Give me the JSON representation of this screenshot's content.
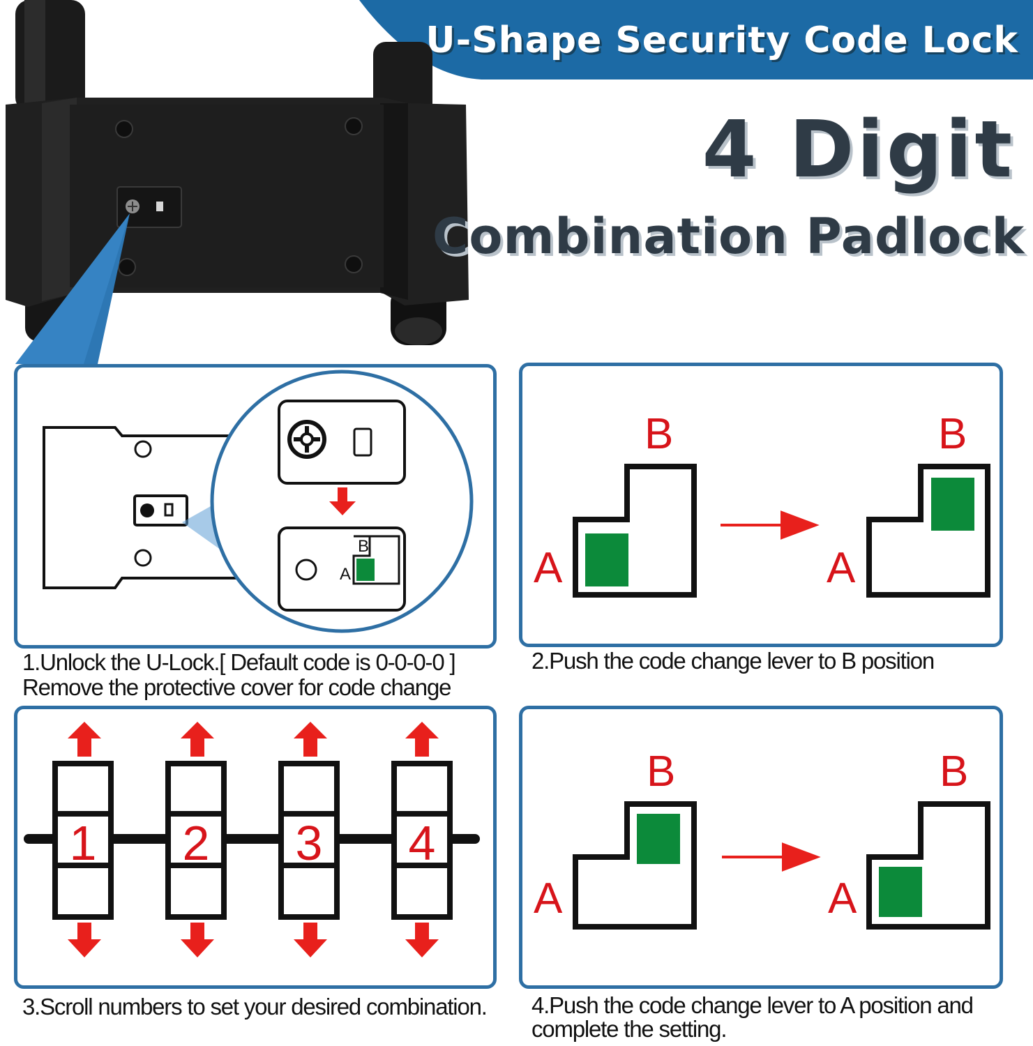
{
  "header": {
    "banner_title": "U-Shape Security Code Lock",
    "heading_line1": "4 Digit",
    "heading_line2": "Combination Padlock"
  },
  "colors": {
    "banner_blue": "#1c6aa5",
    "panel_border": "#2e6fa4",
    "arrow_red": "#e8201c",
    "label_red": "#d7141a",
    "lever_green": "#0c8a3a",
    "heading_dark": "#2f3b46"
  },
  "steps": [
    {
      "caption_line1": "1.Unlock the U-Lock.[ Default code is 0-0-0-0 ]",
      "caption_line2": "Remove the protective cover for code change"
    },
    {
      "caption_line1": "2.Push the code change lever to B position",
      "label_a": "A",
      "label_b": "B"
    },
    {
      "caption_line1": "3.Scroll numbers to set your desired combination.",
      "dial_digits": [
        "1",
        "2",
        "3",
        "4"
      ]
    },
    {
      "caption_line1": "4.Push the code change lever to A position and",
      "caption_line2": "complete the setting.",
      "label_a": "A",
      "label_b": "B"
    }
  ],
  "icons": {
    "lock_photo": "u-lock-crossbar-photo",
    "screw": "screw-icon",
    "arrow": "red-arrow-icon"
  }
}
